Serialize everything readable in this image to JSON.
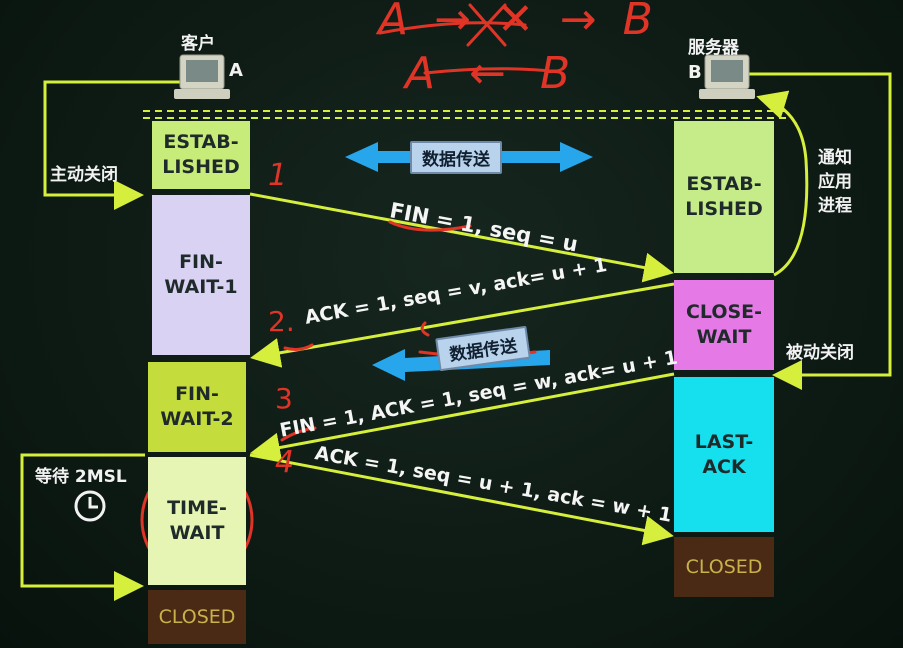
{
  "top_scribble": {
    "line1": "A → ✕ → B",
    "line2": "A ← B"
  },
  "hosts": {
    "client": {
      "title": "客户",
      "letter": "A"
    },
    "server": {
      "title": "服务器",
      "letter": "B"
    }
  },
  "labels": {
    "active_close": "主动关闭",
    "passive_close": "被动关闭",
    "notify_app": "通知\n应用\n进程",
    "wait_2msl": "等待 2MSL",
    "data_transfer_1": "数据传送",
    "data_transfer_2": "数据传送"
  },
  "client_states": [
    "ESTAB-\nLISHED",
    "FIN-\nWAIT-1",
    "FIN-\nWAIT-2",
    "TIME-\nWAIT",
    "CLOSED"
  ],
  "server_states": [
    "ESTAB-\nLISHED",
    "CLOSE-\nWAIT",
    "LAST-\nACK",
    "CLOSED"
  ],
  "messages": [
    "FIN = 1, seq = u",
    "ACK = 1, seq = v, ack= u + 1",
    "FIN = 1, ACK = 1, seq = w, ack= u + 1",
    "ACK = 1, seq = u + 1, ack = w + 1"
  ],
  "step_marks": [
    "1",
    "2.",
    "3",
    "4"
  ],
  "colors": {
    "arrow": "#d6ee3c",
    "client_estab": "#c8ec7a",
    "client_finwait1": "#d9d2f3",
    "client_finwait2": "#c4dc3c",
    "client_timewait": "#e6f5b4",
    "server_estab": "#c6ec8a",
    "server_closewait": "#e57ae6",
    "server_lastack": "#16e0ee",
    "closed": "#4a2a14",
    "handwriting": "#e03426"
  }
}
